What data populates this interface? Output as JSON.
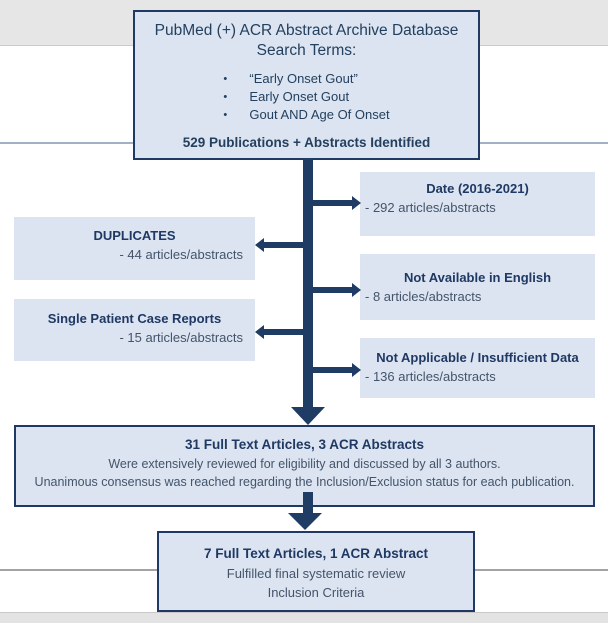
{
  "colors": {
    "box_fill": "#dbe4f0",
    "box_border": "#1f3864",
    "arrow": "#1f3c64",
    "title_text": "#24405f",
    "detail_text": "#44546a",
    "top_band": "#e6e6e6",
    "bottom_band": "#e3e3e3",
    "rule_top": "#9fb1c3",
    "rule_bottom": "#a3a3a3"
  },
  "flowchart": {
    "source_box": {
      "title_line1": "PubMed (+) ACR Abstract Archive Database",
      "title_line2": "Search Terms:",
      "bullet_char": "•",
      "bullets": [
        "“Early Onset Gout”",
        "Early Onset Gout",
        "Gout AND Age Of Onset"
      ],
      "summary": "529 Publications + Abstracts Identified"
    },
    "right_boxes": [
      {
        "title": "Date (2016-2021)",
        "detail": "- 292 articles/abstracts"
      },
      {
        "title": "Not Available in English",
        "detail": "- 8 articles/abstracts"
      },
      {
        "title": "Not Applicable / Insufficient Data",
        "detail": "- 136 articles/abstracts"
      }
    ],
    "left_boxes": [
      {
        "title": "DUPLICATES",
        "detail": "- 44 articles/abstracts"
      },
      {
        "title": "Single Patient Case Reports",
        "detail": "- 15 articles/abstracts"
      }
    ],
    "review_box": {
      "title": "31 Full Text Articles, 3 ACR Abstracts",
      "line2": "Were extensively reviewed for eligibility and discussed by all 3 authors.",
      "line3": "Unanimous consensus was reached regarding the Inclusion/Exclusion status for each publication."
    },
    "final_box": {
      "title": "7 Full Text Articles, 1 ACR Abstract",
      "line2": "Fulfilled final systematic review",
      "line3": "Inclusion Criteria"
    }
  }
}
